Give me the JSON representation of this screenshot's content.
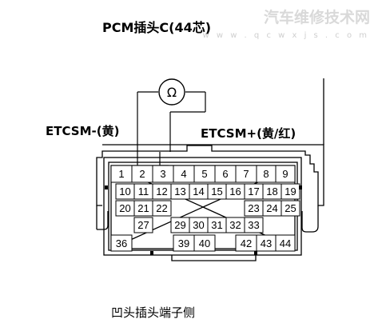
{
  "title": "PCM插头C(44芯)",
  "watermark": {
    "site_name": "汽车维修技术网",
    "site_url": "w w w . q c w x j s . c o m"
  },
  "wire_labels": {
    "left": "ETCSM-(黄)",
    "right": "ETCSM+(黄/红)"
  },
  "meter_symbol": "Ω",
  "caption": "凹头插头端子侧",
  "pin_rows": [
    [
      "1",
      "2",
      "3",
      "4",
      "5",
      "6",
      "7",
      "8",
      "9"
    ],
    [
      "10",
      "11",
      "12",
      "13",
      "14",
      "15",
      "16",
      "17",
      "18",
      "19"
    ],
    [
      "20",
      "21",
      "22",
      "23",
      "24",
      "25"
    ],
    [
      "27",
      "29",
      "30",
      "31",
      "32",
      "33"
    ],
    [
      "36",
      "39",
      "40",
      "42",
      "43",
      "44"
    ]
  ]
}
